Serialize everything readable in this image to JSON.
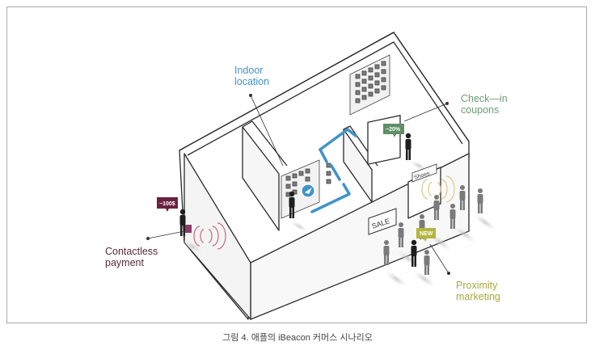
{
  "labels": {
    "indoor_location": "Indoor\nlocation",
    "check_in_coupons": "Check—in\ncoupons",
    "contactless_payment": "Contactless\npayment",
    "proximity_marketing": "Proximity\nmarketing"
  },
  "tags": {
    "price": "−100$",
    "discount": "−20%",
    "new": "NEW"
  },
  "signs": {
    "sale": "SALE",
    "shoes": "Shoes"
  },
  "caption": "그림 4. 애플의 iBeacon 커머스 시나리오",
  "colors": {
    "indoor": "#3f93c9",
    "checkin": "#6c9d72",
    "contactless": "#5a2a3c",
    "proximity": "#a8a93c",
    "tag_price": "#6b2240",
    "tag_discount": "#5e8f67",
    "tag_new": "#b4b53e"
  }
}
